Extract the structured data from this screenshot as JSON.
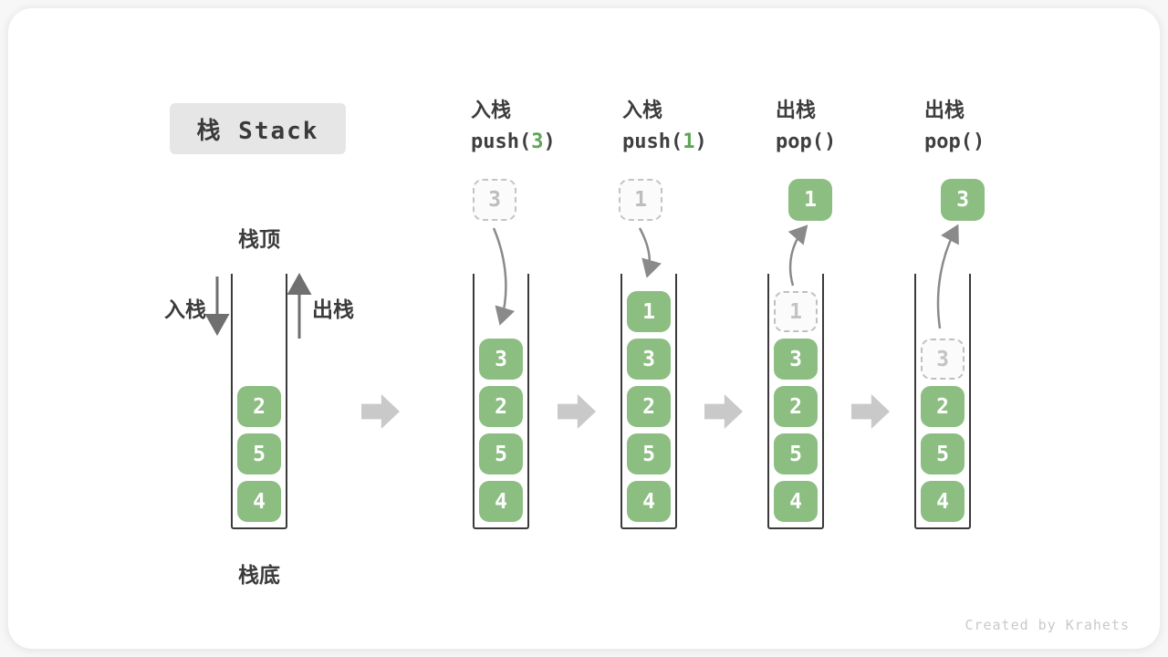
{
  "title": "栈 Stack",
  "labels": {
    "stack_top": "栈顶",
    "stack_bottom": "栈底",
    "push": "入栈",
    "pop": "出栈"
  },
  "footer": "Created by Krahets",
  "colors": {
    "cell_green": "#8cbe82",
    "code_arg_green": "#5ea556",
    "arrow_gray": "#757575",
    "curve_arrow_gray": "#8a8a8a",
    "block_arrow_gray": "#c9c9c9",
    "title_bg": "#e6e6e6",
    "ghost_border": "#c0c0c0",
    "text_dark": "#3c3c3c"
  },
  "stages": [
    {
      "name": "initial",
      "cells": [
        {
          "value": "2"
        },
        {
          "value": "5"
        },
        {
          "value": "4"
        }
      ]
    },
    {
      "name": "push-3",
      "op": {
        "zh": "入栈",
        "code_pre": "push(",
        "code_arg": "3",
        "code_post": ")"
      },
      "floating": {
        "value": "3",
        "variant": "dashed"
      },
      "cells": [
        {
          "value": "3"
        },
        {
          "value": "2"
        },
        {
          "value": "5"
        },
        {
          "value": "4"
        }
      ]
    },
    {
      "name": "push-1",
      "op": {
        "zh": "入栈",
        "code_pre": "push(",
        "code_arg": "1",
        "code_post": ")"
      },
      "floating": {
        "value": "1",
        "variant": "dashed"
      },
      "cells": [
        {
          "value": "1"
        },
        {
          "value": "3"
        },
        {
          "value": "2"
        },
        {
          "value": "5"
        },
        {
          "value": "4"
        }
      ]
    },
    {
      "name": "pop-1",
      "op": {
        "zh": "出栈",
        "code_pre": "pop()",
        "code_arg": "",
        "code_post": ""
      },
      "floating": {
        "value": "1",
        "variant": "solid"
      },
      "cells": [
        {
          "value": "1",
          "ghost": true
        },
        {
          "value": "3"
        },
        {
          "value": "2"
        },
        {
          "value": "5"
        },
        {
          "value": "4"
        }
      ]
    },
    {
      "name": "pop-3",
      "op": {
        "zh": "出栈",
        "code_pre": "pop()",
        "code_arg": "",
        "code_post": ""
      },
      "floating": {
        "value": "3",
        "variant": "solid"
      },
      "cells": [
        {
          "value": "3",
          "ghost": true
        },
        {
          "value": "2"
        },
        {
          "value": "5"
        },
        {
          "value": "4"
        }
      ]
    }
  ]
}
